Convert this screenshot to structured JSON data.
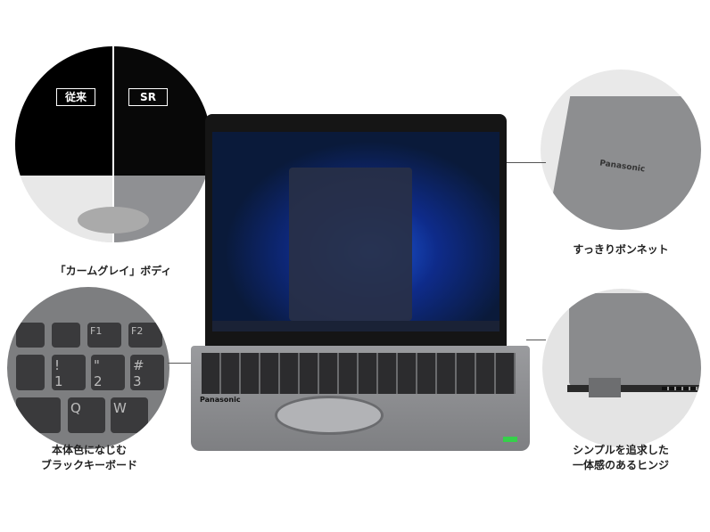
{
  "callouts": {
    "top_left": {
      "label": "「カームグレイ」ボディ",
      "tag_old": "従来",
      "tag_new": "SR"
    },
    "bottom_left": {
      "label_line1": "本体色になじむ",
      "label_line2": "ブラックキーボード"
    },
    "top_right": {
      "label": "すっきりボンネット",
      "logo": "Panasonic"
    },
    "bottom_right": {
      "label_line1": "シンプルを追求した",
      "label_line2": "一体感のあるヒンジ"
    }
  },
  "laptop": {
    "brand": "Panasonic"
  },
  "colors": {
    "body_gray": "#8c8d90",
    "screen_blue": "#0a1a3a",
    "led_green": "#35d04a"
  }
}
